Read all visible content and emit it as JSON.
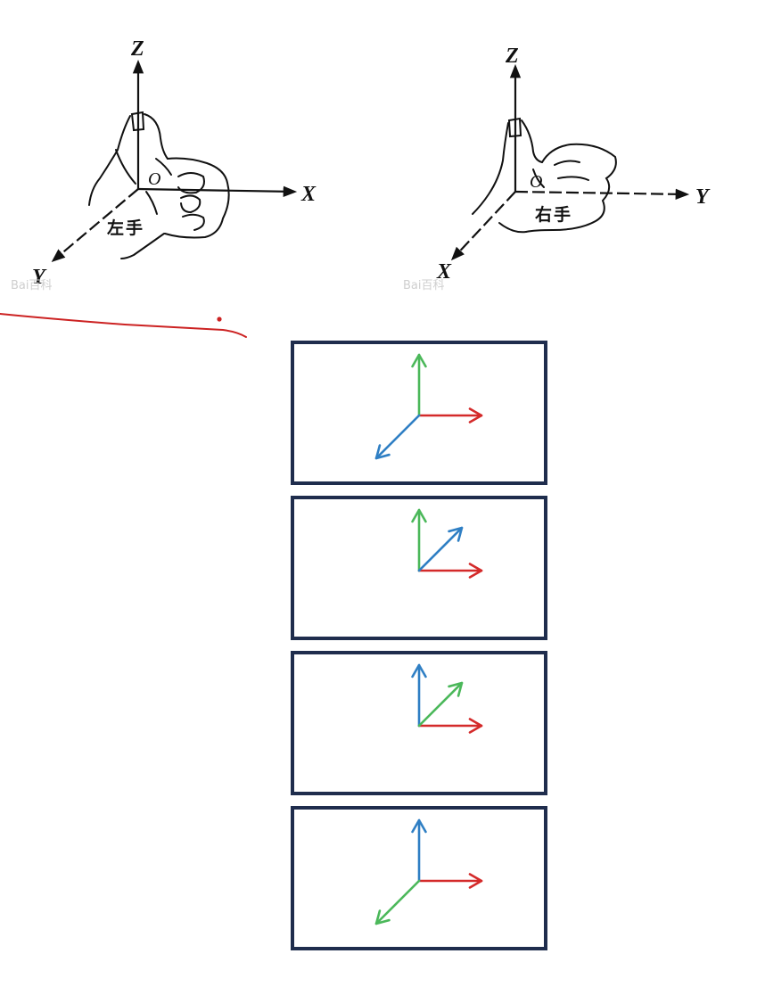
{
  "left_hand": {
    "axis_z": "Z",
    "axis_x": "X",
    "axis_y": "Y",
    "origin": "O",
    "label": "左手",
    "watermark": "Bai百科"
  },
  "right_hand": {
    "axis_z": "Z",
    "axis_y": "Y",
    "axis_x": "X",
    "origin": "O",
    "label": "右手",
    "watermark": "Bai百科"
  },
  "colors": {
    "red_axis": "#d42a2a",
    "green_axis": "#4bb85a",
    "blue_axis": "#2f7fc4",
    "frame_border": "#1f2d4d",
    "annotation_stroke": "#cc2222"
  },
  "axis_frames": [
    {
      "up": "green",
      "right": "red",
      "diagonal": "blue",
      "diagonal_direction": "down-left"
    },
    {
      "up": "green",
      "right": "red",
      "diagonal": "blue",
      "diagonal_direction": "up-right"
    },
    {
      "up": "blue",
      "right": "red",
      "diagonal": "green",
      "diagonal_direction": "up-right"
    },
    {
      "up": "blue",
      "right": "red",
      "diagonal": "green",
      "diagonal_direction": "down-left"
    }
  ]
}
